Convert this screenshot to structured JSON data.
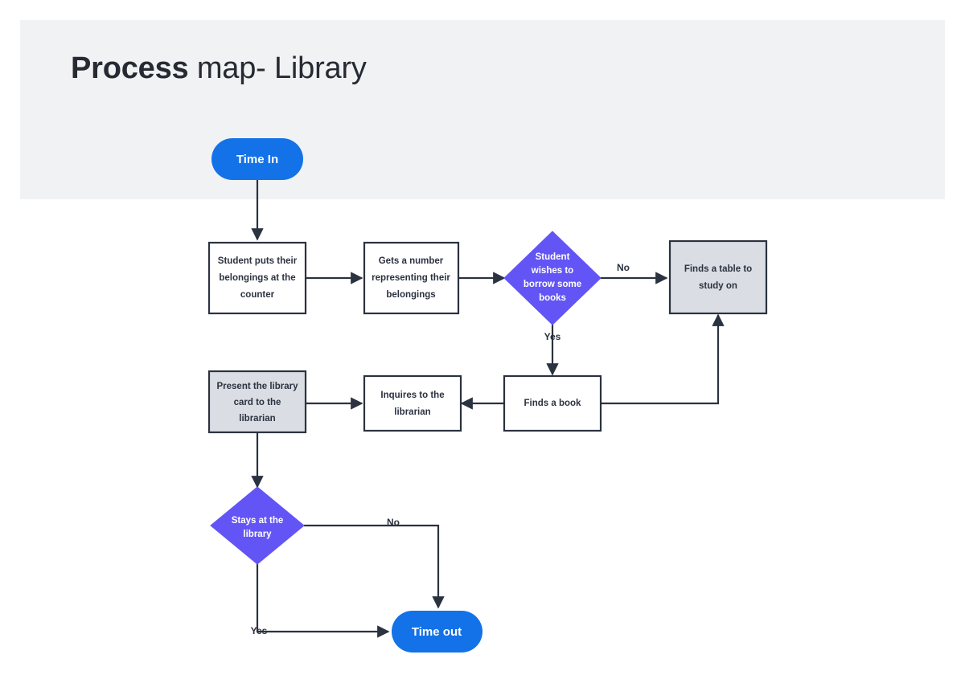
{
  "header": {
    "title_strong": "Process",
    "title_rest": " map- Library",
    "band_color": "#f1f2f4"
  },
  "palette": {
    "start_end_blue": "#1372e8",
    "decision_purple": "#6355f5",
    "process_gray": "#dadde3",
    "process_white": "#ffffff",
    "stroke": "#2b3240",
    "title_text": "#262b33"
  },
  "flowchart": {
    "nodes": {
      "start": {
        "label": "Time In",
        "shape": "pill",
        "fill": "#1372e8"
      },
      "belongings": {
        "label_line1": "Student puts their",
        "label_line2": "belongings at the",
        "label_line3": "counter",
        "shape": "rect",
        "fill": "#ffffff"
      },
      "number": {
        "label_line1": "Gets a number",
        "label_line2": "representing their",
        "label_line3": "belongings",
        "shape": "rect",
        "fill": "#ffffff"
      },
      "wishes": {
        "label_line1": "Student",
        "label_line2": "wishes to",
        "label_line3": "borrow some",
        "label_line4": "books",
        "shape": "diamond",
        "fill": "#6355f5"
      },
      "table": {
        "label_line1": "Finds a table to",
        "label_line2": "study on",
        "shape": "rect",
        "fill": "#dadde3"
      },
      "findsbook": {
        "label_line1": "Finds a book",
        "shape": "rect",
        "fill": "#ffffff"
      },
      "inquires": {
        "label_line1": "Inquires to the",
        "label_line2": "librarian",
        "shape": "rect",
        "fill": "#ffffff"
      },
      "present": {
        "label_line1": "Present the library",
        "label_line2": "card to the",
        "label_line3": "librarian",
        "shape": "rect",
        "fill": "#dadde3"
      },
      "stays": {
        "label_line1": "Stays at the",
        "label_line2": "library",
        "shape": "diamond",
        "fill": "#6355f5"
      },
      "end": {
        "label": "Time out",
        "shape": "pill",
        "fill": "#1372e8"
      }
    },
    "edge_labels": {
      "wishes_no": "No",
      "wishes_yes": "Yes",
      "stays_no": "No",
      "stays_yes": "Yes"
    }
  }
}
